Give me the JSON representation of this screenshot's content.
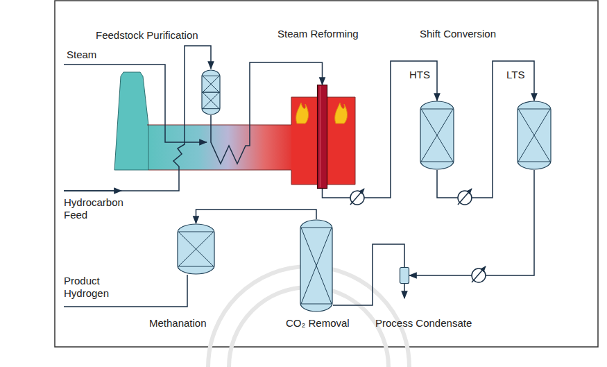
{
  "diagram": {
    "nodes": [
      {
        "text": [
          "Feedstock Purification"
        ]
      },
      {
        "text": [
          "Steam Reforming"
        ]
      },
      {
        "text": [
          "HTS"
        ]
      },
      {
        "text": [
          "LTS"
        ]
      },
      {
        "text": [
          "Process Condensate"
        ]
      },
      {
        "text": [
          "CO₂ Removal"
        ]
      },
      {
        "text": [
          "Methanation"
        ]
      }
    ],
    "edges": [
      {
        "from": 0,
        "to": 1,
        "arrow": "to"
      },
      {
        "from": 1,
        "to": 2,
        "arrow": "to"
      },
      {
        "from": 2,
        "to": 3,
        "arrow": "to"
      },
      {
        "from": 3,
        "to": 4,
        "arrow": "to"
      },
      {
        "from": 4,
        "to": 5,
        "arrow": "none"
      },
      {
        "from": 5,
        "to": 6,
        "arrow": "to"
      }
    ],
    "labels": [
      "Shift Conversion",
      "Steam",
      "Hydrocarbon Feed",
      "Product Hydrogen"
    ]
  }
}
